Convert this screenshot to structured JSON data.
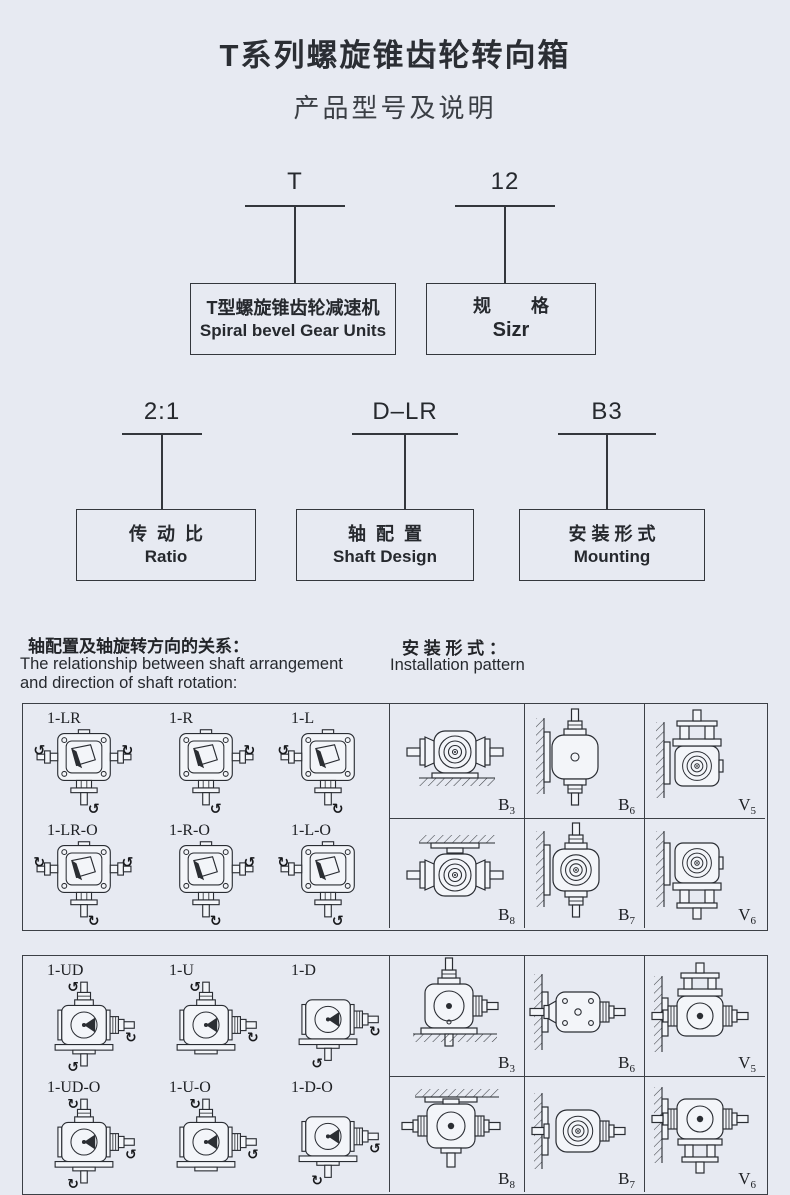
{
  "colors": {
    "page_bg": "#e7eaf2",
    "ink": "#26292e",
    "line": "#3c4046"
  },
  "header": {
    "title": "T系列螺旋锥齿轮转向箱",
    "subtitle": "产品型号及说明"
  },
  "model_code": {
    "segments": [
      {
        "code": "T",
        "cn": "T型螺旋锥齿轮减速机",
        "en": "Spiral bevel Gear Units"
      },
      {
        "code": "12",
        "cn": "规        格",
        "en": "Sizr"
      },
      {
        "code": "2:1",
        "cn": "传  动  比",
        "en": "Ratio"
      },
      {
        "code": "D–LR",
        "cn": "轴  配  置",
        "en": "Shaft Design"
      },
      {
        "code": "B3",
        "cn": "安 装 形 式",
        "en": "Mounting"
      }
    ]
  },
  "section_headings": {
    "shaft_cn": "轴配置及轴旋转方向的关系：",
    "shaft_en1": "The relationship between shaft arrangement",
    "shaft_en2": "and direction of shaft rotation:",
    "install_cn": "安 装 形 式 ：",
    "install_en": "Installation pattern"
  },
  "table1": {
    "shaft_labels": [
      "1-LR",
      "1-R",
      "1-L",
      "1-LR-O",
      "1-R-O",
      "1-L-O"
    ],
    "mount_labels": [
      {
        "main": "B",
        "sub": "3"
      },
      {
        "main": "B",
        "sub": "6"
      },
      {
        "main": "V",
        "sub": "5"
      },
      {
        "main": "B",
        "sub": "8"
      },
      {
        "main": "B",
        "sub": "7"
      },
      {
        "main": "V",
        "sub": "6"
      }
    ]
  },
  "table2": {
    "shaft_labels": [
      "1-UD",
      "1-U",
      "1-D",
      "1-UD-O",
      "1-U-O",
      "1-D-O"
    ],
    "mount_labels": [
      {
        "main": "B",
        "sub": "3"
      },
      {
        "main": "B",
        "sub": "6"
      },
      {
        "main": "V",
        "sub": "5"
      },
      {
        "main": "B",
        "sub": "8"
      },
      {
        "main": "B",
        "sub": "7"
      },
      {
        "main": "V",
        "sub": "6"
      }
    ]
  }
}
